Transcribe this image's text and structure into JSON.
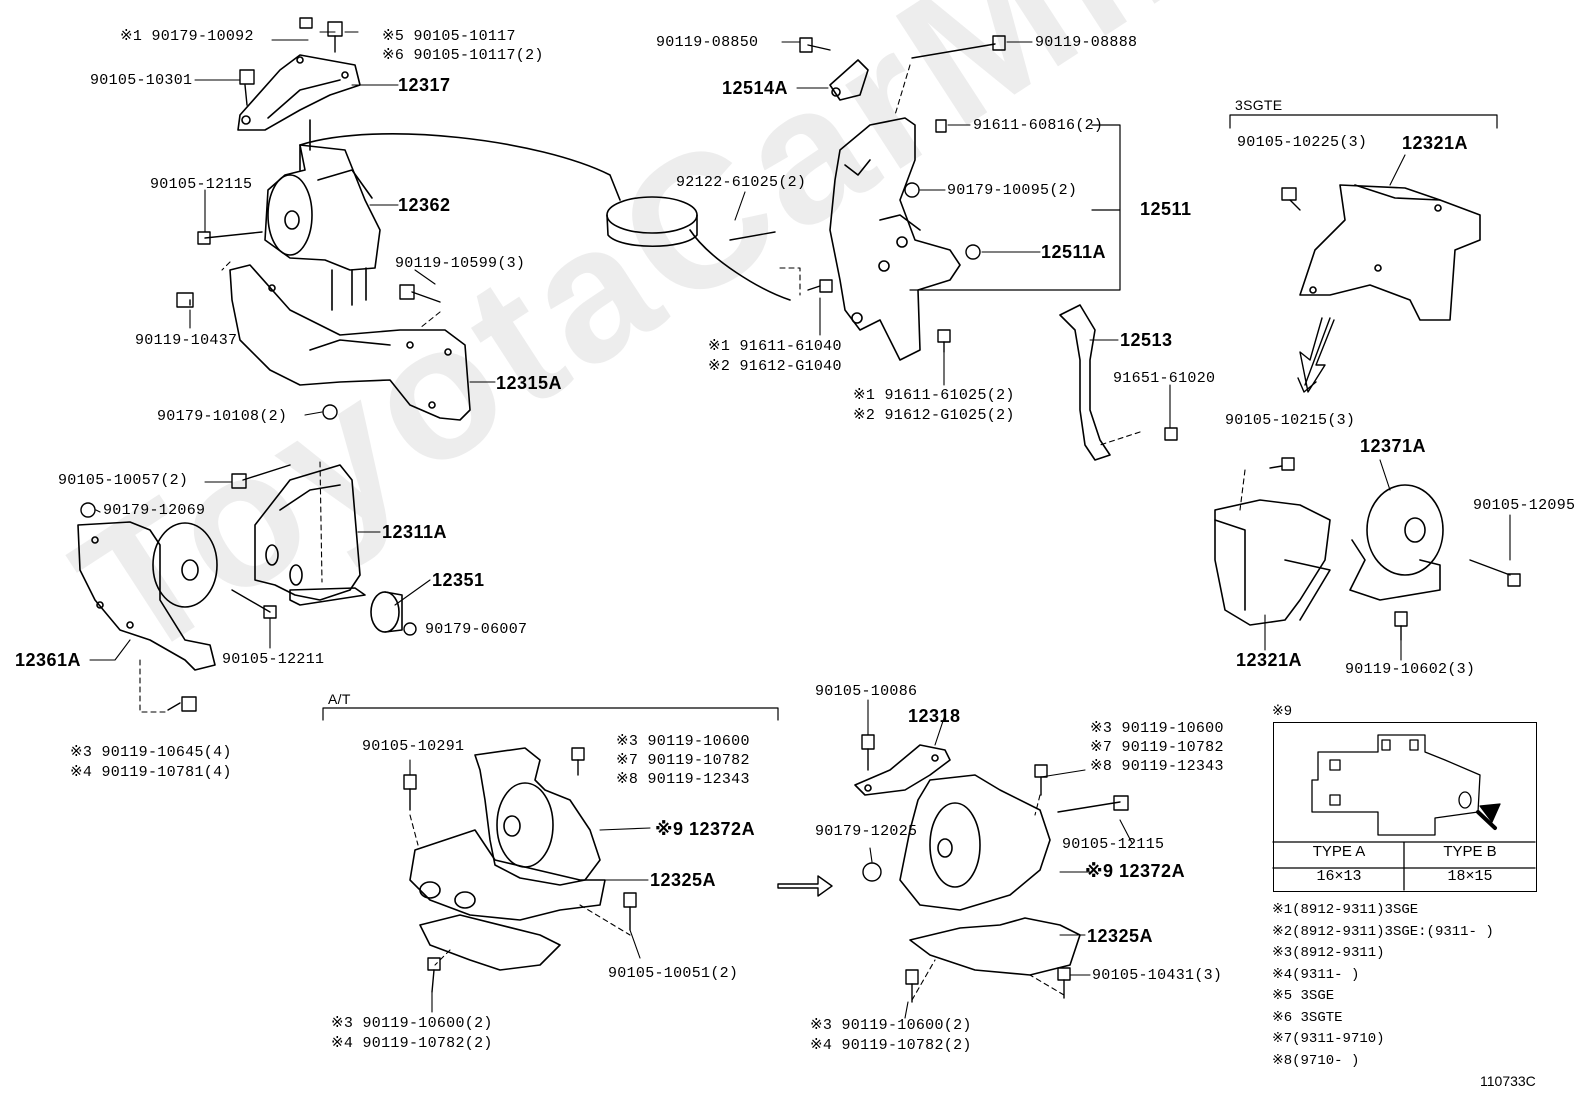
{
  "watermark": "ToyotaCarMine.ru",
  "diagram_code": "110733C",
  "section_labels": {
    "sgte": "3SGTE",
    "at": "A/T",
    "note9_header": "※9"
  },
  "type_table": {
    "col_a_header": "TYPE A",
    "col_b_header": "TYPE B",
    "col_a_value": "16×13",
    "col_b_value": "18×15"
  },
  "notes": [
    "※1(8912-9311)3SGE",
    "※2(8912-9311)3SGE:(9311-    )",
    "※3(8912-9311)",
    "※4(9311-    )",
    "※5 3SGE",
    "※6 3SGTE",
    "※7(9311-9710)",
    "※8(9710-    )"
  ],
  "callouts": {
    "p1": "※1 90179-10092",
    "p2": "※5 90105-10117",
    "p3": "※6 90105-10117(2)",
    "p4": "90105-10301",
    "p5": "12317",
    "p6": "90105-12115",
    "p7": "12362",
    "p8": "90119-10599(3)",
    "p9": "90119-10437",
    "p10": "12315A",
    "p11": "90179-10108(2)",
    "p12": "90105-10057(2)",
    "p13": "90179-12069",
    "p14": "12311A",
    "p15": "12351",
    "p16": "90179-06007",
    "p17": "90105-12211",
    "p18": "12361A",
    "p19": "※3 90119-10645(4)",
    "p20": "※4 90119-10781(4)",
    "p21": "90119-08850",
    "p22": "90119-08888",
    "p23": "12514A",
    "p24": "91611-60816(2)",
    "p25": "92122-61025(2)",
    "p26": "90179-10095(2)",
    "p27": "12511",
    "p28": "12511A",
    "p29": "※1 91611-61040",
    "p30": "※2 91612-G1040",
    "p31": "12513",
    "p32": "91651-61020",
    "p33": "※1 91611-61025(2)",
    "p34": "※2 91612-G1025(2)",
    "p35": "90105-10225(3)",
    "p36": "12321A",
    "p37": "90105-10215(3)",
    "p38": "12371A",
    "p39": "90105-12095",
    "p40": "12321A",
    "p41": "90119-10602(3)",
    "p42": "90105-10291",
    "p43": "※3 90119-10600",
    "p44": "※7 90119-10782",
    "p45": "※8 90119-12343",
    "p46": "※9 12372A",
    "p47": "12325A",
    "p48": "90105-10051(2)",
    "p49": "※3 90119-10600(2)",
    "p50": "※4 90119-10782(2)",
    "p51": "90105-10086",
    "p52": "12318",
    "p53": "※3 90119-10600",
    "p54": "※7 90119-10782",
    "p55": "※8 90119-12343",
    "p56": "90179-12025",
    "p57": "90105-12115",
    "p58": "※9 12372A",
    "p59": "12325A",
    "p60": "90105-10431(3)",
    "p61": "※3 90119-10600(2)",
    "p62": "※4 90119-10782(2)"
  }
}
